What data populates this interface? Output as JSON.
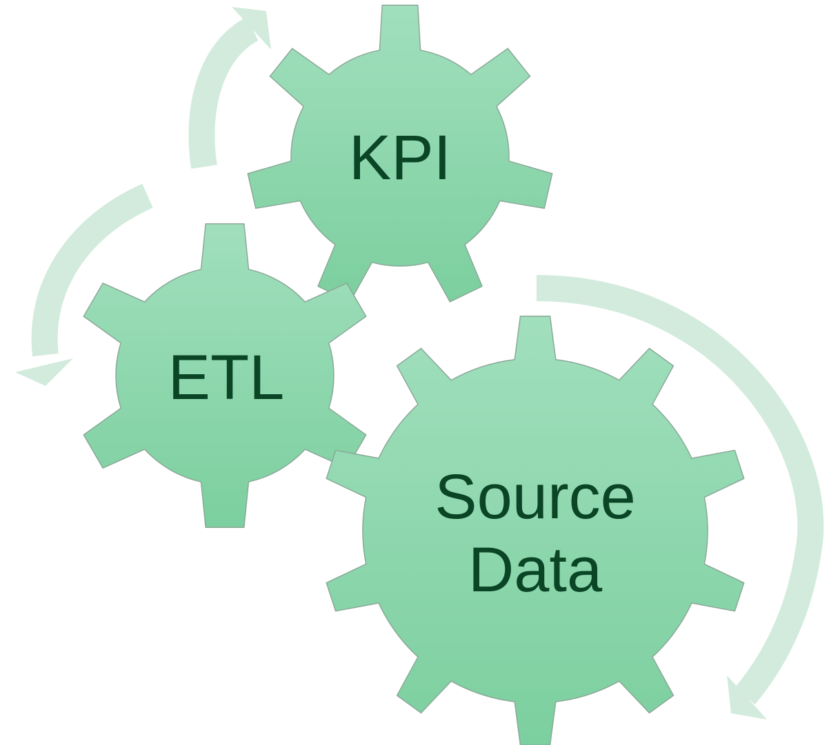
{
  "diagram": {
    "colors": {
      "gear_fill_top": "#a1dfbd",
      "gear_fill_bottom": "#7ccf9f",
      "gear_stroke": "#8aa897",
      "label": "#0a4526",
      "arrow": "#d2ebdd"
    },
    "gears": [
      {
        "id": "kpi",
        "label": "KPI",
        "teeth": 7
      },
      {
        "id": "etl",
        "label": "ETL",
        "teeth": 6
      },
      {
        "id": "source-data",
        "label_line1": "Source",
        "label_line2": "Data",
        "teeth": 10
      }
    ],
    "arrows": [
      {
        "id": "etl-to-kpi",
        "direction": "up"
      },
      {
        "id": "kpi-to-etl",
        "direction": "down"
      },
      {
        "id": "source-to-bottom",
        "direction": "down"
      }
    ]
  }
}
